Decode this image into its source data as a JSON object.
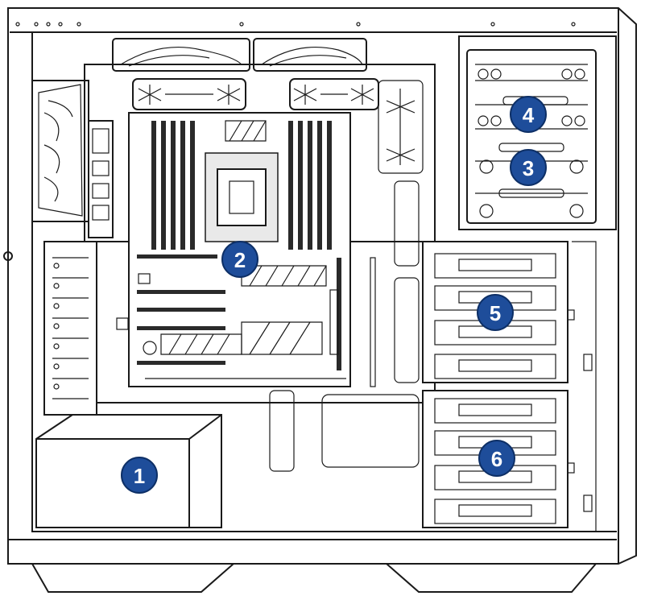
{
  "diagram": {
    "badge_color": "#1e4d9a",
    "callouts": [
      {
        "id": "1",
        "label": "1"
      },
      {
        "id": "2",
        "label": "2"
      },
      {
        "id": "3",
        "label": "3"
      },
      {
        "id": "4",
        "label": "4"
      },
      {
        "id": "5",
        "label": "5"
      },
      {
        "id": "6",
        "label": "6"
      }
    ]
  }
}
